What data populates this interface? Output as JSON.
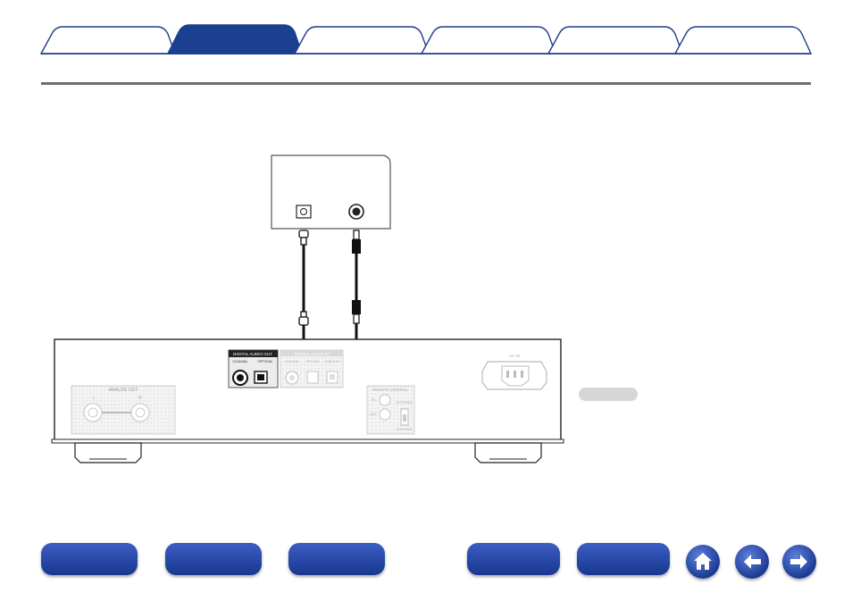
{
  "tabs": [
    {
      "label": "",
      "active": false
    },
    {
      "label": "",
      "active": true
    },
    {
      "label": "",
      "active": false
    },
    {
      "label": "",
      "active": false
    },
    {
      "label": "",
      "active": false
    },
    {
      "label": "",
      "active": false
    }
  ],
  "colors": {
    "tab_active": "#1b3f91",
    "tab_inactive_fill": "#ffffff",
    "tab_border": "#1f3d8a",
    "rule": "#6d6d6d",
    "nav_button": "#1e3f9a",
    "cable": "#1a1a1a"
  },
  "diagram": {
    "rear_panel_labels": {
      "digital_audio_out": "DIGITAL AUDIO OUT",
      "coaxial_out": "COAXIAL",
      "optical_out": "OPTICAL",
      "digital_audio_in": "DIGITAL AUDIO IN",
      "coaxial_in": "COAXIAL",
      "optical_in": "OPTICAL",
      "usb_dac": "USB-DAC",
      "analog_out": "ANALOG OUT",
      "left": "L",
      "right": "R",
      "remote_control": "REMOTE CONTROL",
      "remote_in": "IN",
      "remote_out": "OUT",
      "external": "EXTERNAL",
      "internal": "INTERNAL",
      "ac_in": "AC IN"
    }
  },
  "bottom_nav": {
    "buttons": [
      "",
      "",
      "",
      "",
      ""
    ],
    "icons": [
      "home-icon",
      "back-arrow-icon",
      "forward-arrow-icon"
    ]
  }
}
